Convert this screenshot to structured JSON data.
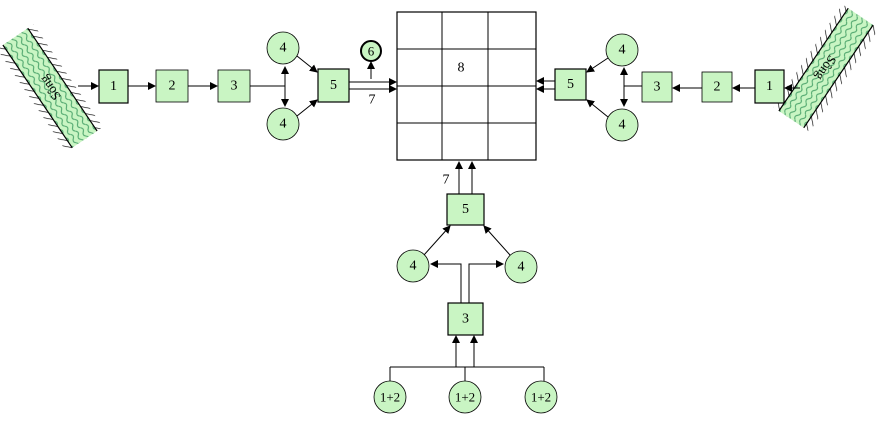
{
  "nodes": {
    "left": {
      "b1": "1",
      "b2": "2",
      "b3": "3",
      "c4a": "4",
      "c4b": "4",
      "b5": "5",
      "c6": "6",
      "edge7": "7"
    },
    "right": {
      "b1": "1",
      "b2": "2",
      "b3": "3",
      "c4a": "4",
      "c4b": "4",
      "b5": "5"
    },
    "bottom": {
      "b5": "5",
      "edge7": "7",
      "c4a": "4",
      "c4b": "4",
      "b3": "3",
      "c12a": "1+2",
      "c12b": "1+2",
      "c12c": "1+2"
    },
    "grid": {
      "label": "8"
    }
  },
  "rivers": {
    "left": "Sông",
    "right": "Sông"
  },
  "colors": {
    "node_fill": "#c9f5c3",
    "river_fill": "#c9f5c3",
    "line": "#000000"
  }
}
